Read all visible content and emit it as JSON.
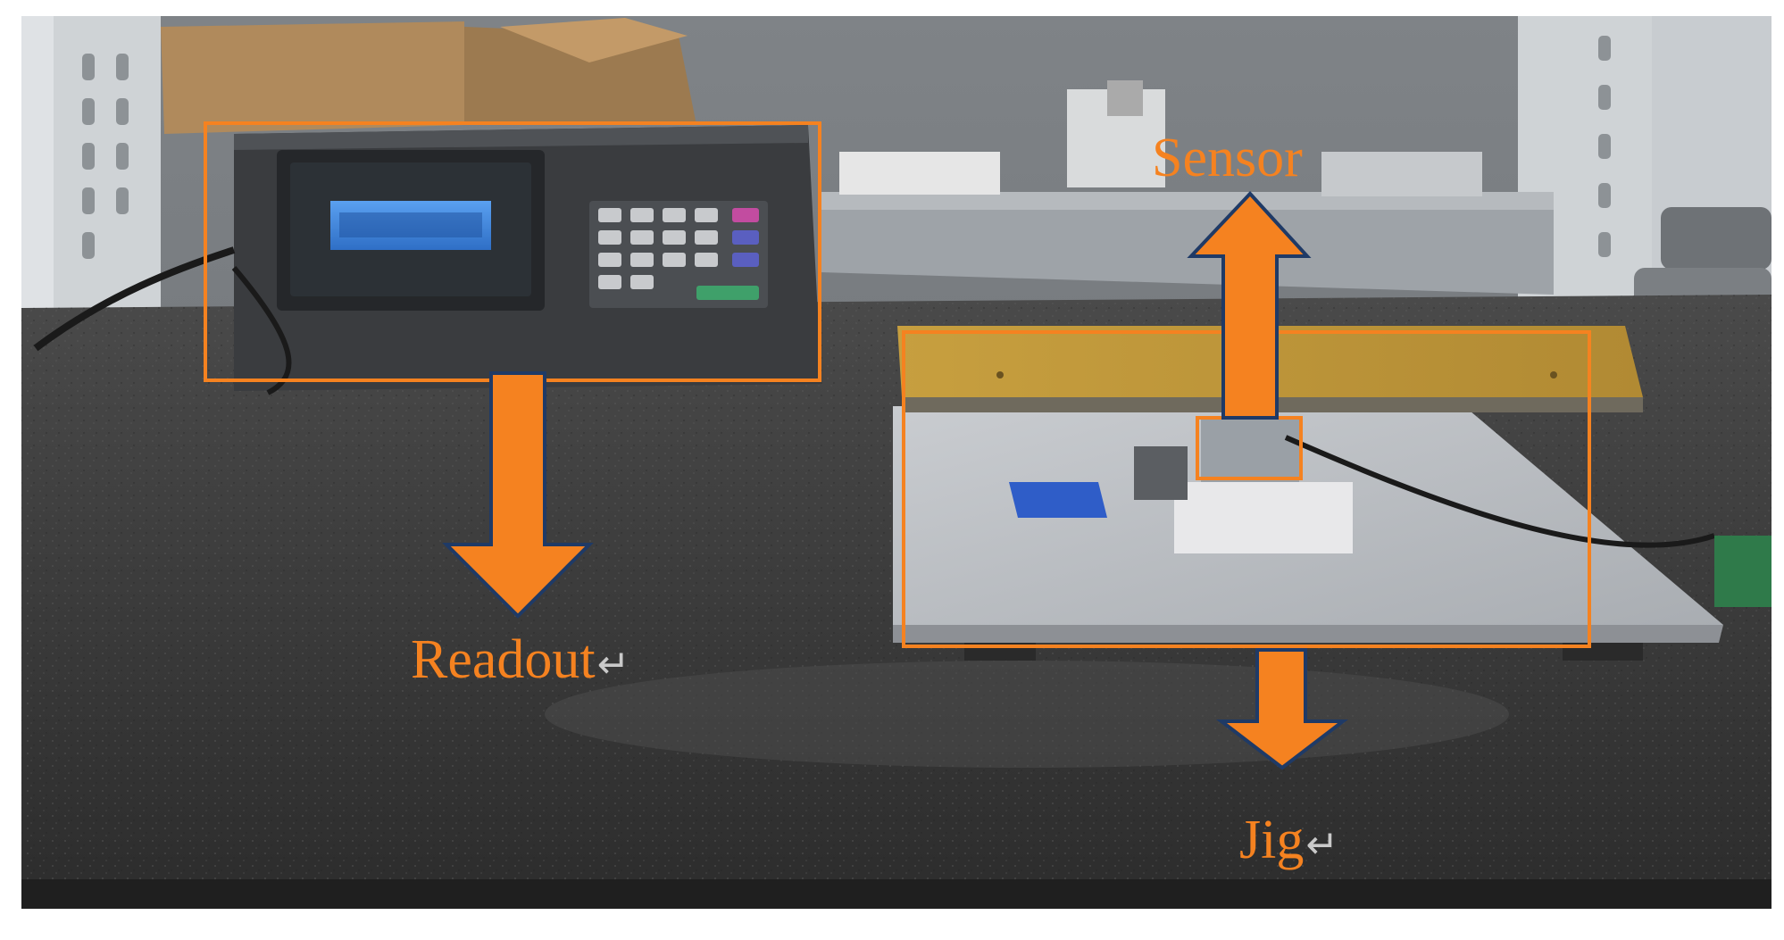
{
  "annotations": {
    "sensor": {
      "text": "Sensor"
    },
    "readout": {
      "text": "Readout",
      "mark": "↵"
    },
    "jig": {
      "text": "Jig",
      "mark": "↵"
    }
  },
  "colors": {
    "highlight_orange": "#f58220",
    "arrow_outline_navy": "#1f3a66",
    "workbench_granite": "#3b3b3b",
    "shelf_gray": "#8f959a",
    "jig_top_plate": "#b9953a",
    "jig_base_plate": "#b9bcc0",
    "display_blue": "#3a7fd8"
  },
  "icons": {
    "readout_arrow": "arrow-down-icon",
    "sensor_arrow": "arrow-up-icon",
    "jig_arrow": "arrow-down-icon"
  }
}
